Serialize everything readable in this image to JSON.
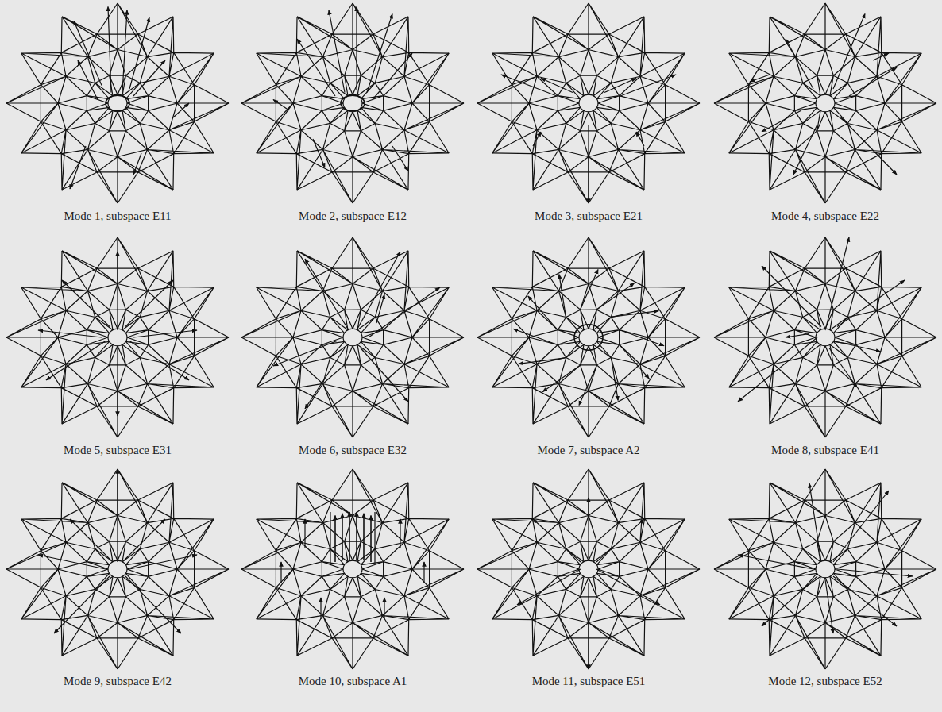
{
  "diagram": {
    "labels": [
      "Mode 1, subspace E11",
      "Mode 2, subspace E12",
      "Mode 3, subspace E21",
      "Mode 4, subspace E22",
      "Mode 5, subspace E31",
      "Mode 6, subspace E32",
      "Mode 7, subspace A2",
      "Mode 8, subspace E41",
      "Mode 9, subspace E42",
      "Mode 10, subspace A1",
      "Mode 11, subspace E51",
      "Mode 12, subspace E52"
    ]
  }
}
